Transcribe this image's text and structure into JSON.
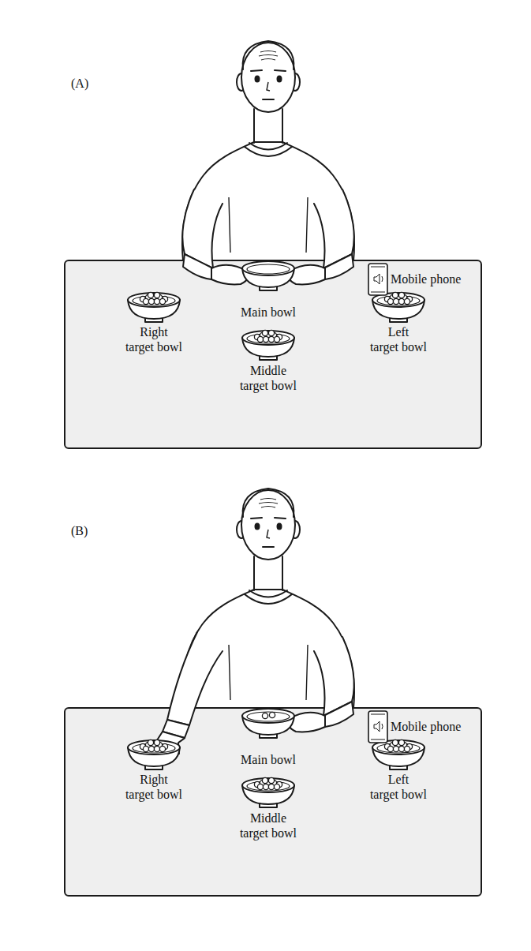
{
  "diagram": {
    "labels": [
      "(A)",
      "Mobile phone",
      "Main bowl",
      "Right target bowl",
      "Left target bowl",
      "Middle target bowl",
      "(B)",
      "Mobile phone",
      "Main bowl",
      "Right target bowl",
      "Left target bowl",
      "Middle target bowl"
    ]
  }
}
